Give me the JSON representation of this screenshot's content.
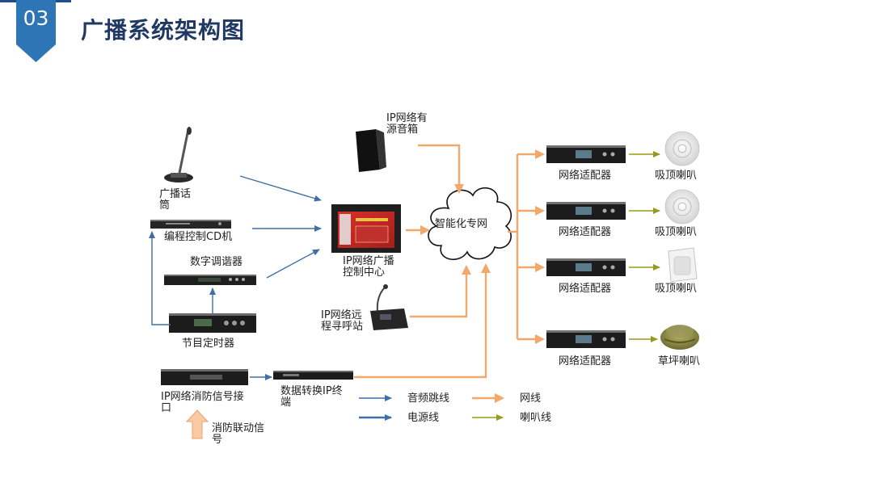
{
  "header": {
    "section_number": "03",
    "title": "广播系统架构图"
  },
  "nodes": {
    "mic": "广播话筒",
    "cd": "编程控制CD机",
    "tuner": "数字调谐器",
    "timer": "节目定时器",
    "active_speaker": "IP网络有源音箱",
    "control_center": "IP网络广播控制中心",
    "cloud": "智能化专网",
    "paging": "IP网络远程寻呼站",
    "fire_interface": "IP网络消防信号接口",
    "fire_signal": "消防联动信号",
    "converter": "数据转换IP终端",
    "adapter1": "网络适配器",
    "adapter2": "网络适配器",
    "adapter3": "网络适配器",
    "adapter4": "网络适配器",
    "speaker1": "吸顶喇叭",
    "speaker2": "吸顶喇叭",
    "speaker3": "吸顶喇叭",
    "speaker4": "草坪喇叭"
  },
  "legend": {
    "audio": "音频跳线",
    "power": "电源线",
    "network": "网线",
    "speaker_line": "喇叭线"
  },
  "colors": {
    "blue": "#3f6fa6",
    "orange": "#f2a86b",
    "olive": "#9a9a1a",
    "badge": "#2e75b6",
    "title": "#1f3864"
  }
}
